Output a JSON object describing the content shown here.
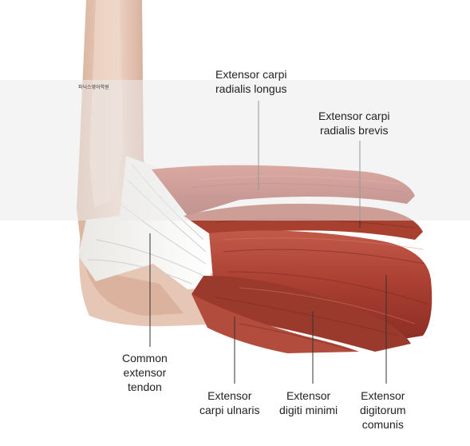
{
  "diagram": {
    "labels": {
      "ecrl": [
        "Extensor carpi",
        "radialis longus"
      ],
      "ecrb": [
        "Extensor carpi",
        "radialis brevis"
      ],
      "common": [
        "Common",
        "extensor",
        "tendon"
      ],
      "ecu": [
        "Extensor",
        "carpi ulnaris"
      ],
      "edm": [
        "Extensor",
        "digiti minimi"
      ],
      "edc": [
        "Extensor",
        "digitorum",
        "comunis"
      ]
    },
    "watermark": "파닉스영어학원",
    "colors": {
      "muscle": "#b5483a",
      "muscle_dark": "#7e2a22",
      "skin": "#e3c2b0",
      "tendon": "#f4f4f0",
      "line": "#333333"
    }
  }
}
